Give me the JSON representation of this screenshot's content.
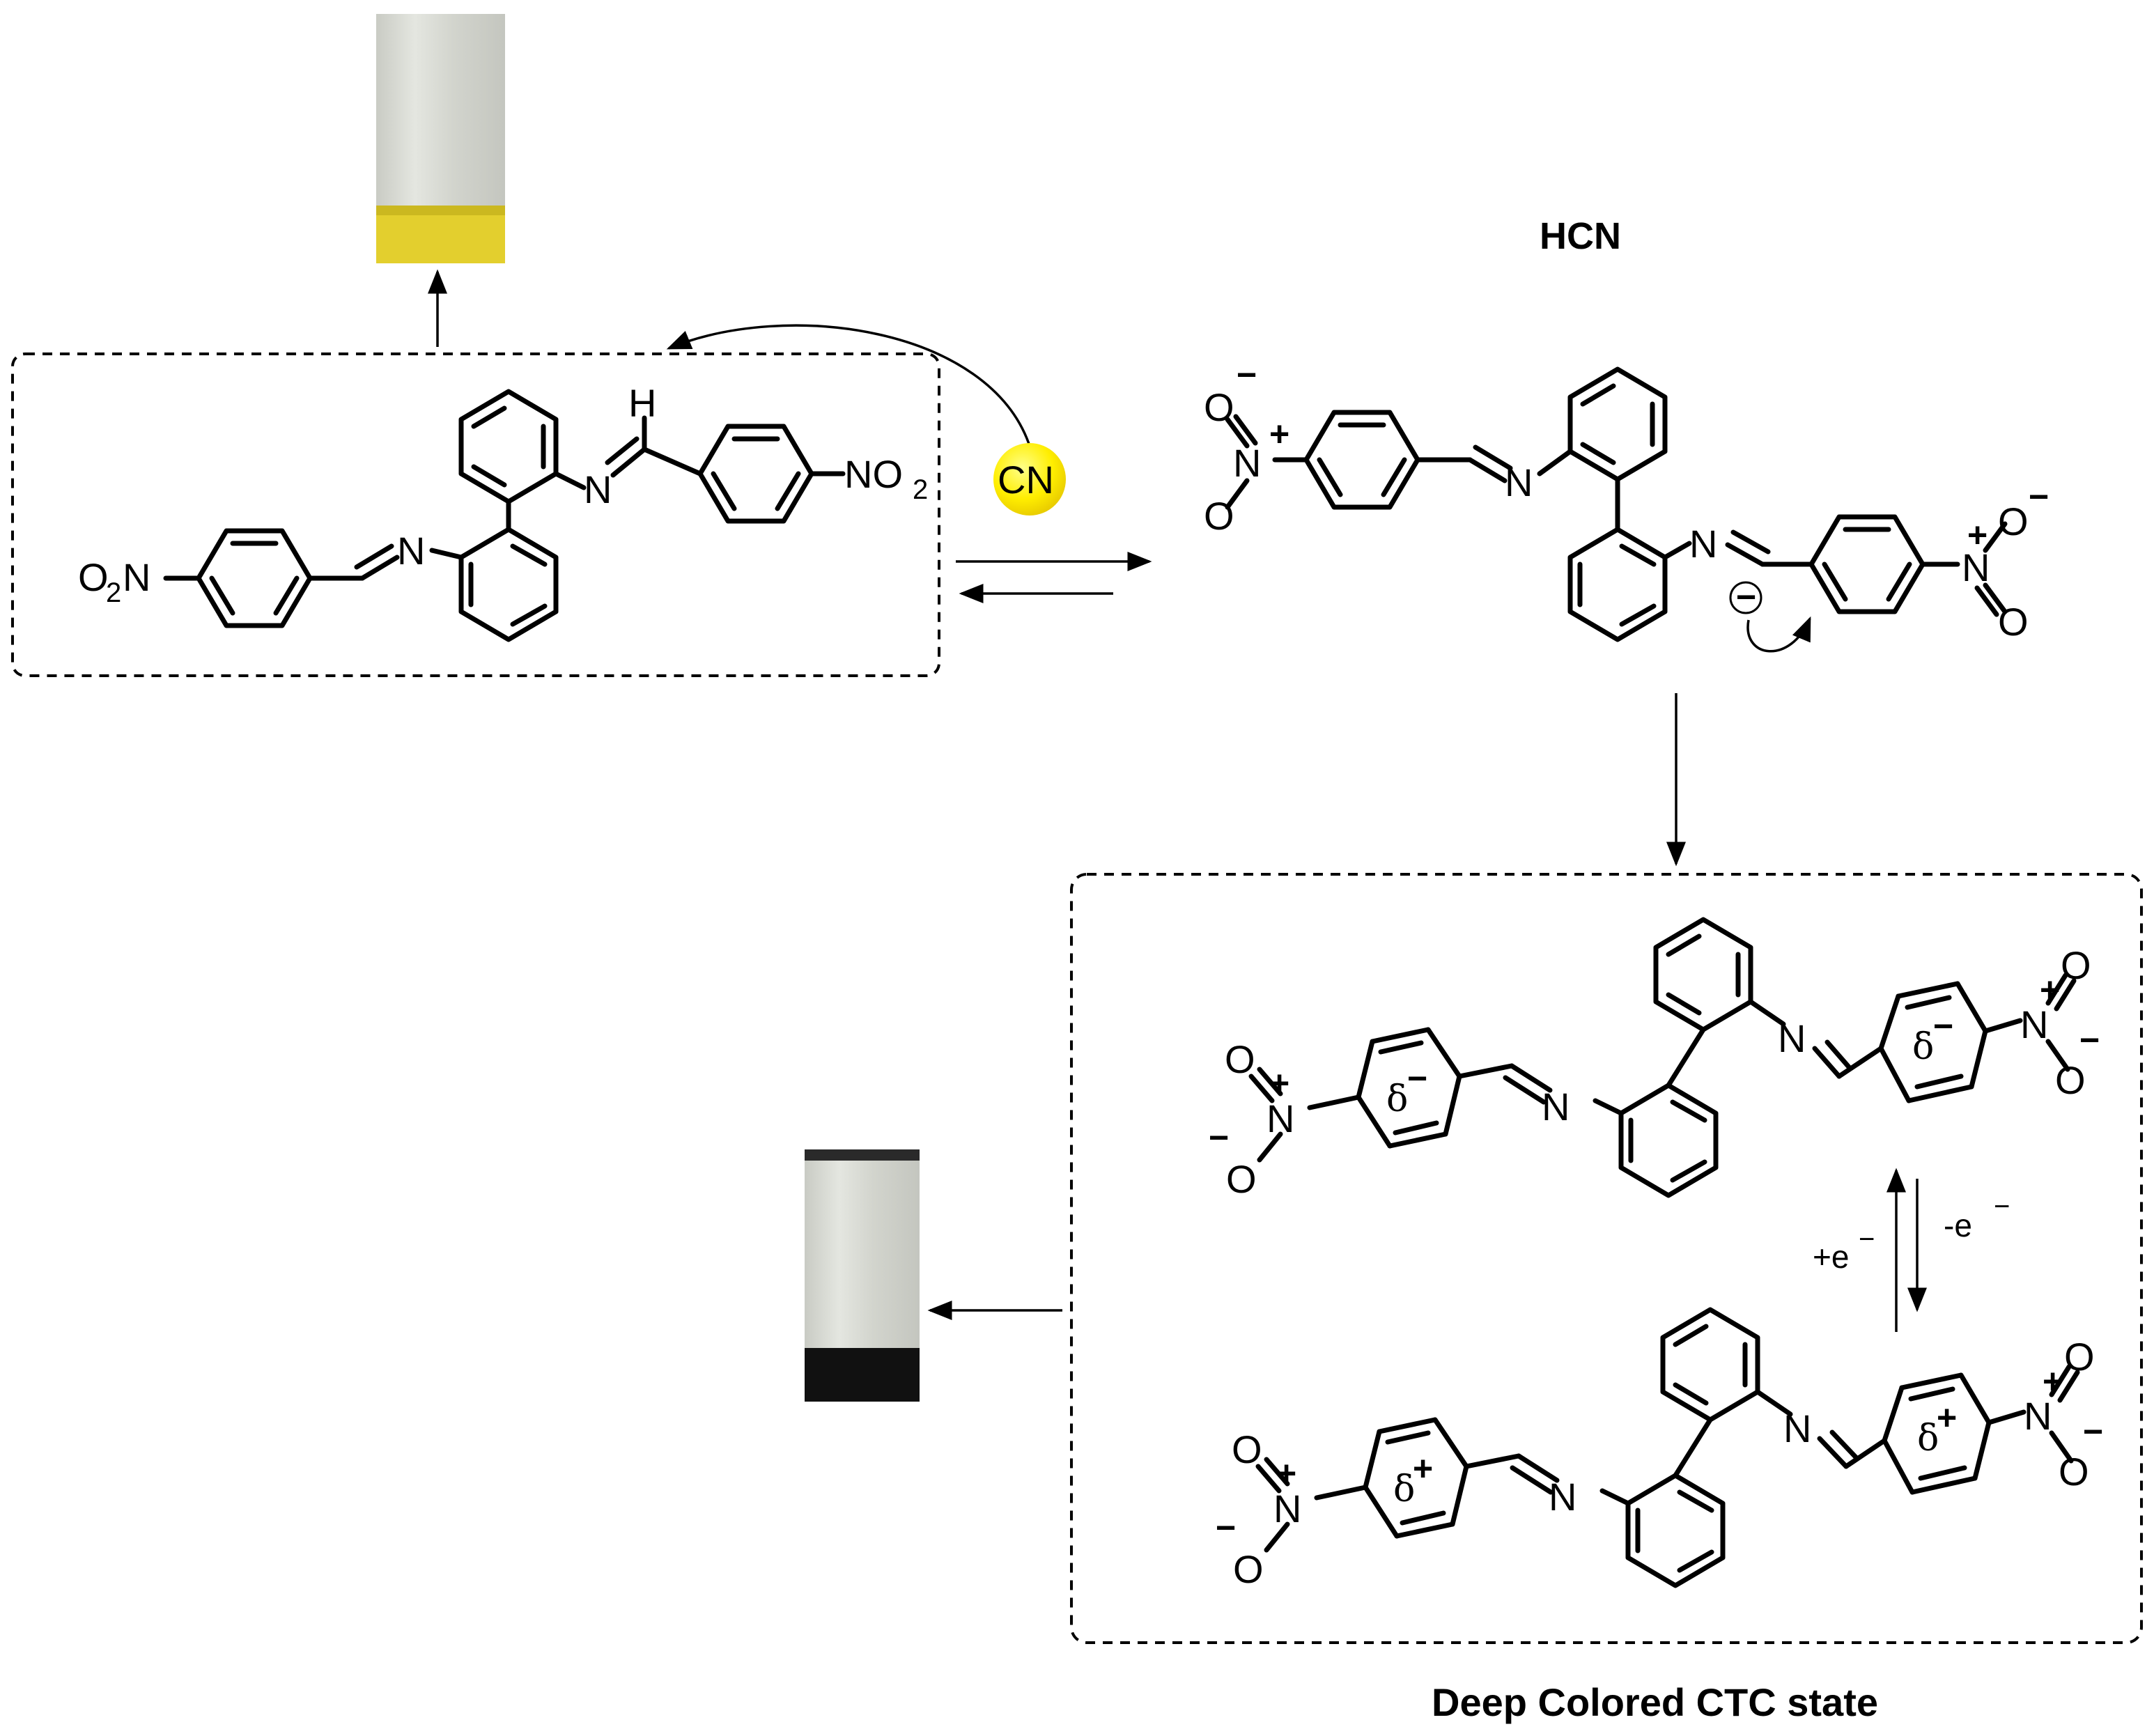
{
  "labels": {
    "hcn": "HCN",
    "cn_bubble": "CN",
    "ctc_state": "Deep Colored CTC state",
    "plus_e": "+e",
    "minus_e": "-e",
    "electron_sup": "−",
    "hydrogen": "H",
    "nitrogen": "N",
    "oxygen": "O",
    "no2_prefix": "O",
    "no2_subscript": "2",
    "no2_suffix": "N",
    "no2_right": "NO",
    "delta": "δ",
    "delta_minus": "−",
    "delta_plus": "+",
    "plus_charge": "+",
    "minus_charge": "−",
    "anion": "−"
  },
  "colors": {
    "cn_bubble": "#ffee00",
    "vial_yellow": "#e6d23a",
    "vial_dark": "#111111",
    "vial_glass": "#dadcd6"
  }
}
